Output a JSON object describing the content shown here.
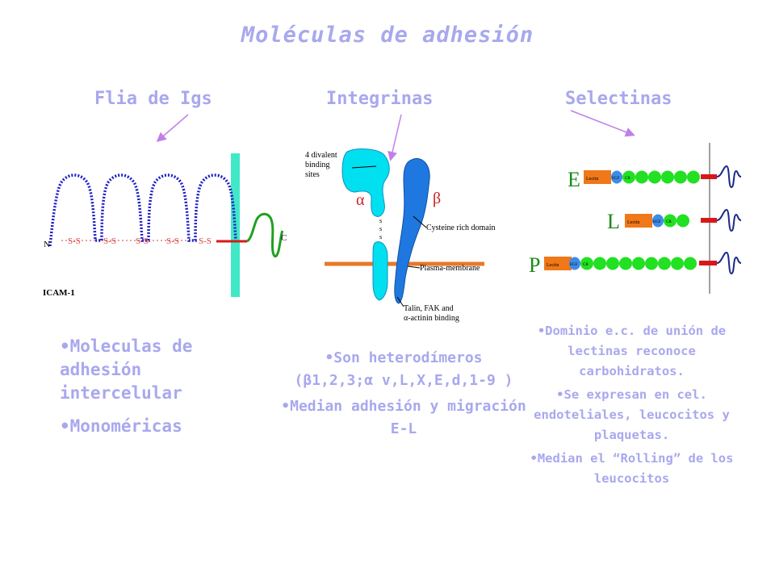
{
  "title": "Moléculas de adhesión",
  "headings": {
    "igs": "Flia de Igs",
    "integrins": "Integrinas",
    "selectins": "Selectinas"
  },
  "igs_figure": {
    "n_label": "N",
    "c_label": "C",
    "ss_label": "S-S",
    "name_label": "ICAM-1"
  },
  "integrin_figure": {
    "binding_label_1": "4 divalent",
    "binding_label_2": "binding",
    "binding_label_3": "sites",
    "alpha": "α",
    "beta": "β",
    "ss": "s",
    "cysteine_label": "Cysteine rich domain",
    "membrane_label": "Plasma-membrane",
    "talin_label_1": "Talin, FAK and",
    "talin_label_2": "α-actinin binding"
  },
  "selectin_figure": {
    "e_letter": "E",
    "l_letter": "L",
    "p_letter": "P",
    "lectin": "Lectin",
    "egf": "EGF",
    "cr": "CR"
  },
  "left_list": {
    "item1": "•Moleculas de adhesión intercelular",
    "item2": "•Monoméricas"
  },
  "mid_list": {
    "item1a": "•Son heterodímeros",
    "item1b": "(β1,2,3;α v,L,X,E,d,1-9 )",
    "item2": "•Median adhesión y migración E-L"
  },
  "right_list": {
    "item1": "•Dominio e.c. de unión de lectinas reconoce carbohidratos.",
    "item2": "•Se expresan en cel. endoteliales, leucocitos y plaquetas.",
    "item3": "•Median el “Rolling” de los leucocitos"
  },
  "colors": {
    "text_lavender": "#a8a8ee",
    "ig_loops": "#1e1ec8",
    "membrane_cyan": "#40e8c8",
    "integrin_alpha": "#00e0f0",
    "integrin_beta": "#1e78e0",
    "plasma_membrane": "#e87828",
    "lectin_orange": "#f07818",
    "egf_blue": "#3c8ce8",
    "cr_green": "#22e022",
    "anchor_red": "#d81818",
    "arrow": "#c080e8"
  }
}
